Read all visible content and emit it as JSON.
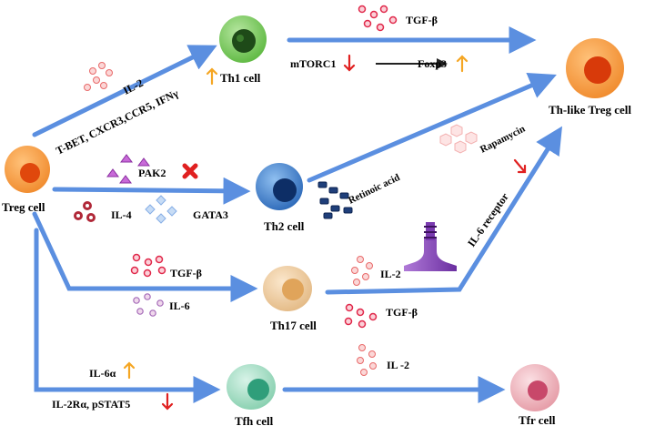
{
  "colors": {
    "arrow": "#5b8fe0",
    "up_arrow": "#f5a623",
    "down_arrow": "#e02020",
    "inhibit_cross": "#e02020",
    "treg": "#f08a2c",
    "th1": "#3f9a2a",
    "th2": "#2b68b8",
    "th17": "#e9c79a",
    "tfh": "#7fd0b0",
    "tfr": "#e59aa5",
    "thlike_treg": "#f08a2c"
  },
  "cells": {
    "treg": "Treg  cell",
    "th1": "Th1 cell",
    "th2": "Th2  cell",
    "th17": "Th17  cell",
    "tfh": "Tfh cell",
    "tfr": "Tfr cell",
    "thlike_treg": "Th-like Treg cell"
  },
  "labels": {
    "il2_top": "IL-2",
    "tbet": "T-BET, CXCR3,CCR5, IFNγ",
    "tgfb_top": "TGF-β",
    "mtorc1": "mTORC1",
    "foxp3": "Foxp3",
    "rapamycin": "Rapamycin",
    "pak2": "PAK2",
    "il4": "IL-4",
    "gata3": "GATA3",
    "retinoic_acid": "Retinoic acid",
    "il6_receptor": "IL-6 receptor",
    "tgfb_th17": "TGF-β",
    "il6": "IL-6",
    "il2_th17": "IL-2",
    "tgfb_th17_right": "TGF-β",
    "il6a": "IL-6α",
    "il2ra": "IL-2Rα, pSTAT5",
    "il2_tfr": "IL -2"
  },
  "icons": {
    "up": "up-arrow-icon",
    "down": "down-arrow-icon",
    "cross": "cross-icon",
    "receptor": "receptor-icon"
  }
}
